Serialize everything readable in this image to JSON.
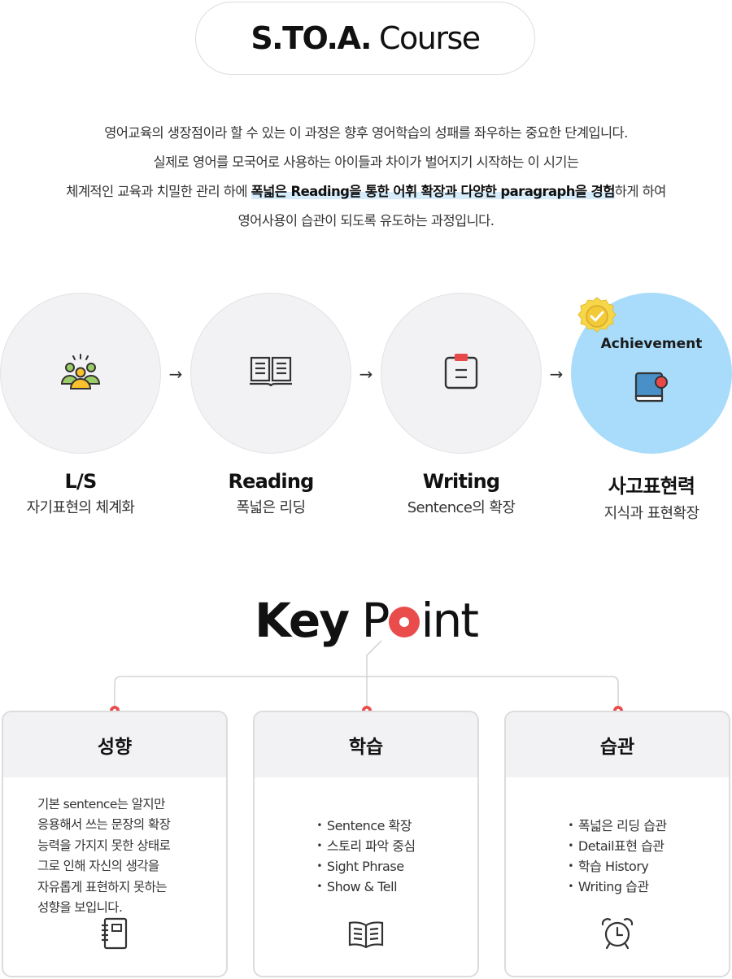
{
  "header": {
    "title_bold": "S.TO.A.",
    "title_light": "Course"
  },
  "intro": {
    "line1": "영어교육의 생장점이라 할 수 있는 이 과정은 향후 영어학습의 성패를 좌우하는 중요한 단계입니다.",
    "line2": "실제로 영어를 모국어로 사용하는 아이들과 차이가 벌어지기 시작하는 이 시기는",
    "line3_pre": "체계적인 교육과 치밀한 관리 하에 ",
    "line3_highlight": "폭넓은 Reading을 통한 어휘 확장과 다양한 paragraph을 경험",
    "line3_post": "하게 하여",
    "line4": "영어사용이 습관이 되도록 유도하는 과정입니다."
  },
  "steps": [
    {
      "label": "L/S",
      "sub": "자기표현의 체계화",
      "icon": "group-people-icon"
    },
    {
      "label": "Reading",
      "sub": "폭넓은 리딩",
      "icon": "open-book-icon"
    },
    {
      "label": "Writing",
      "sub": "Sentence의 확장",
      "icon": "clipboard-icon"
    },
    {
      "label": "사고표현력",
      "sub": "지식과 표현확장",
      "badge": "Achievement",
      "icon": "book-bookmark-icon"
    }
  ],
  "keypoint": {
    "title_bold": "Key",
    "title_p": "P",
    "title_rest": "int"
  },
  "cards": [
    {
      "title": "성향",
      "lines": [
        "기본 sentence는 알지만",
        "응용해서 쓰는 문장의 확장",
        "능력을 가지지 못한 상태로",
        "그로 인해 자신의 생각을",
        "자유롭게 표현하지 못하는",
        "성향을 보입니다."
      ],
      "icon": "notebook-icon"
    },
    {
      "title": "학습",
      "items": [
        "Sentence 확장",
        "스토리 파악 중심",
        "Sight Phrase",
        "Show & Tell"
      ],
      "icon": "open-book-icon"
    },
    {
      "title": "습관",
      "items": [
        "폭넓은 리딩 습관",
        "Detail표현 습관",
        "학습 History",
        "Writing 습관"
      ],
      "icon": "alarm-clock-icon"
    }
  ],
  "colors": {
    "accent_red": "#ea4c4c",
    "circle_gray": "#f2f2f5",
    "circle_active_blue": "#a8dcfa",
    "highlight_blue": "#d6ecfb"
  }
}
